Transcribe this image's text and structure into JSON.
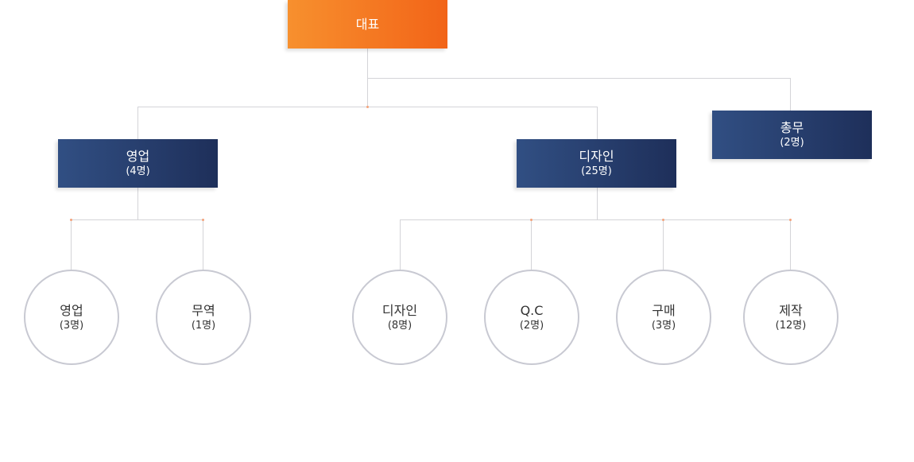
{
  "colors": {
    "top_start": "#f7902e",
    "top_end": "#f26418",
    "dept_start": "#314f83",
    "dept_end": "#1e2f5a",
    "connector": "#d4d4d8",
    "dot": "#f4a27a",
    "circle_border": "#c8c9d2"
  },
  "org": {
    "ceo": {
      "name": "대표"
    },
    "sales": {
      "name": "영업",
      "count": "(4명)",
      "teams": [
        {
          "name": "영업",
          "count": "(3명)"
        },
        {
          "name": "무역",
          "count": "(1명)"
        }
      ]
    },
    "design": {
      "name": "디자인",
      "count": "(25명)",
      "teams": [
        {
          "name": "디자인",
          "count": "(8명)"
        },
        {
          "name": "Q.C",
          "count": "(2명)"
        },
        {
          "name": "구매",
          "count": "(3명)"
        },
        {
          "name": "제작",
          "count": "(12명)"
        }
      ]
    },
    "general": {
      "name": "총무",
      "count": "(2명)"
    }
  }
}
